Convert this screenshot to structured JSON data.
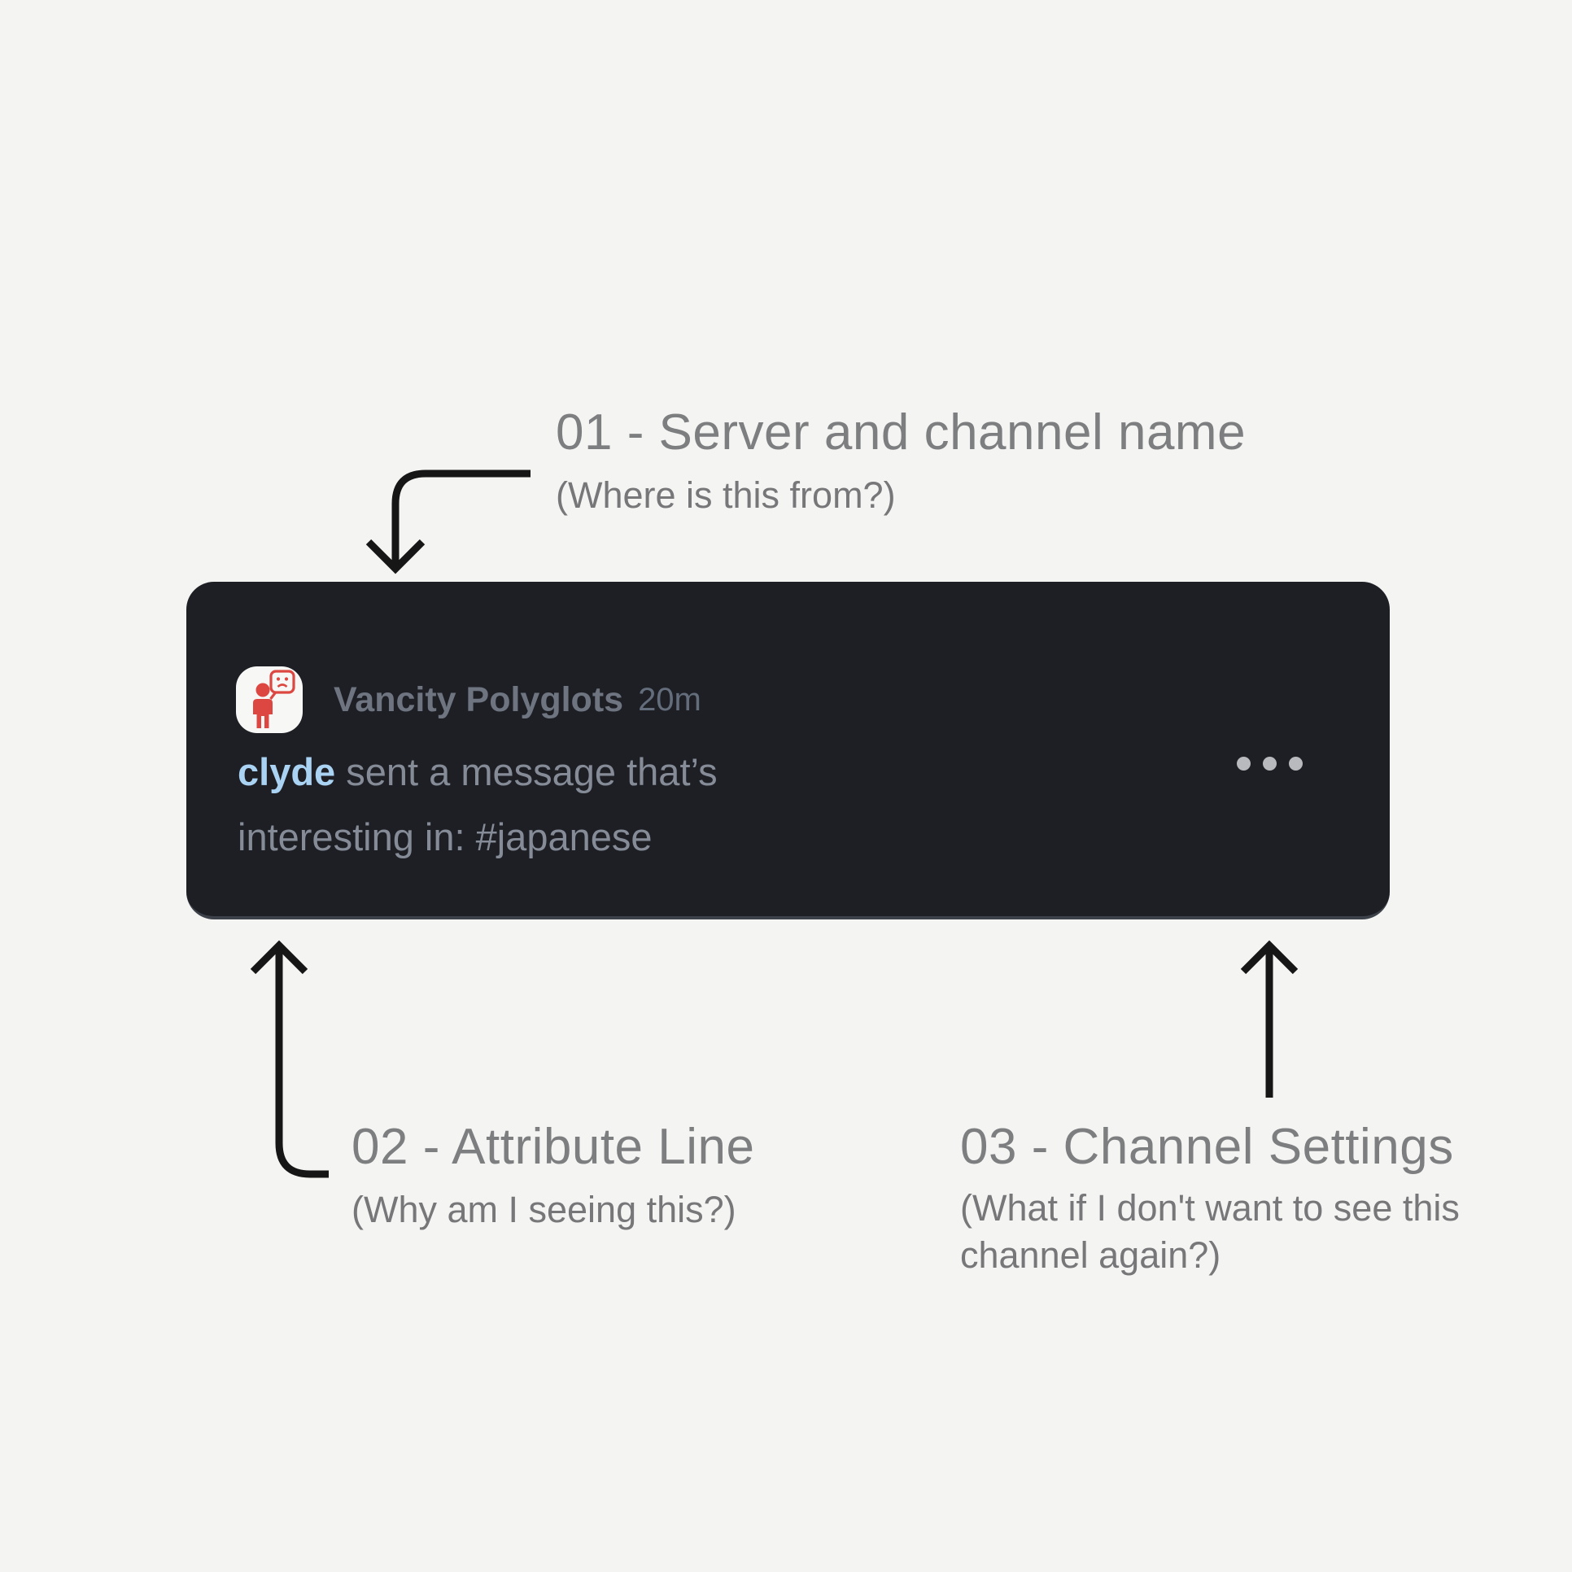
{
  "background_color": "#f4f4f2",
  "card": {
    "bg_color": "#1e1f25",
    "avatar_icon": "person-with-speech-bubble",
    "avatar_icon_color": "#dc4841",
    "server_name": "Vancity Polyglots",
    "timestamp": "20m",
    "author": "clyde",
    "author_color": "#a9d2f3",
    "message_line1": "sent a message that’s",
    "message_line2": "interesting in: #japanese",
    "message_color": "#868c97",
    "menu_icon": "ellipsis-horizontal",
    "menu_dot_color": "#b9babe"
  },
  "annotations": {
    "a01": {
      "title": "01 - Server and channel name",
      "subtitle": "(Where is this from?)"
    },
    "a02": {
      "title": "02 - Attribute Line",
      "subtitle": "(Why am I seeing this?)"
    },
    "a03": {
      "title": "03 - Channel Settings",
      "subtitle": "(What if I don't want to see this channel again?)"
    }
  },
  "annotation_title_color": "#7d7e80",
  "annotation_subtitle_color": "#77777a",
  "arrow_color": "#161616"
}
